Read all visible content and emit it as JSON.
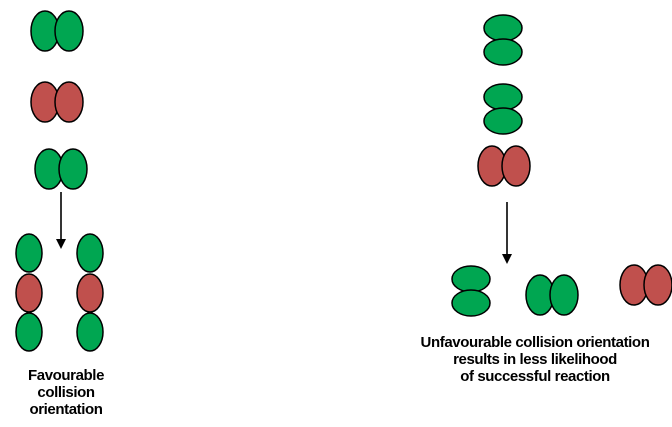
{
  "colors": {
    "green": "#00a651",
    "red": "#c0504d",
    "outline": "#000000",
    "text": "#000000",
    "background": "#ffffff"
  },
  "left_caption": {
    "lines": [
      "Favourable",
      "collision",
      "orientation"
    ]
  },
  "right_caption": {
    "lines": [
      "Unfavourable collision orientation",
      "results in less likelihood",
      "of successful reaction"
    ]
  }
}
